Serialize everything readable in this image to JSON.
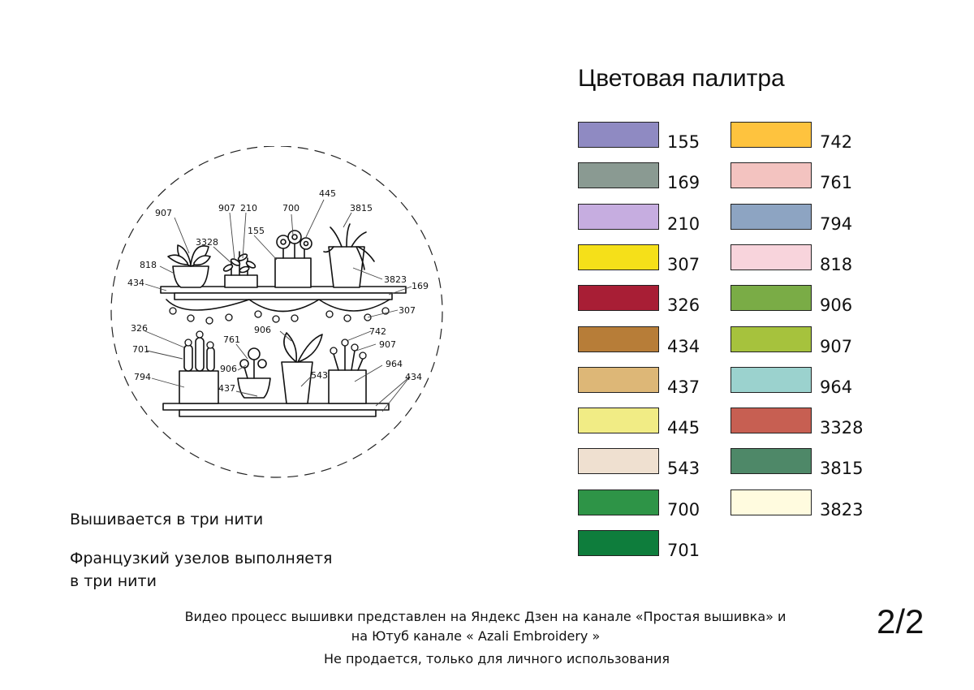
{
  "palette": {
    "title": "Цветовая палитра",
    "left": [
      {
        "code": "155",
        "color": "#8f8ac2"
      },
      {
        "code": "169",
        "color": "#8a9a92"
      },
      {
        "code": "210",
        "color": "#c6ade0"
      },
      {
        "code": "307",
        "color": "#f5e019"
      },
      {
        "code": "326",
        "color": "#a81e35"
      },
      {
        "code": "434",
        "color": "#b77d38"
      },
      {
        "code": "437",
        "color": "#ddb777"
      },
      {
        "code": "445",
        "color": "#f1ec85"
      },
      {
        "code": "543",
        "color": "#efe0d0"
      },
      {
        "code": "700",
        "color": "#2e9447"
      },
      {
        "code": "701",
        "color": "#0e7d3c"
      }
    ],
    "right": [
      {
        "code": "742",
        "color": "#fec33e"
      },
      {
        "code": "761",
        "color": "#f3c3c0"
      },
      {
        "code": "794",
        "color": "#8da4c2"
      },
      {
        "code": "818",
        "color": "#f8d4dc"
      },
      {
        "code": "906",
        "color": "#7aac46"
      },
      {
        "code": "907",
        "color": "#a6c23d"
      },
      {
        "code": "964",
        "color": "#9bd2ce"
      },
      {
        "code": "3328",
        "color": "#c75f52"
      },
      {
        "code": "3815",
        "color": "#4e8868"
      },
      {
        "code": "3823",
        "color": "#fffbdf"
      }
    ]
  },
  "notes": {
    "three_threads": "Вышивается в три нити",
    "french_knots_line1": "Французкий узелов выполняетя",
    "french_knots_line2": "в три нити"
  },
  "footer": {
    "line1": "Видео процесс вышивки представлен на Яндекс Дзен на канале «Простая вышивка»  и",
    "line2": "на Ютуб канале « Azali Embroidery »",
    "line3": "Не продается, только для личного использования"
  },
  "page_number": "2/2",
  "diagram_labels": {
    "l907a": "907",
    "l3328": "3328",
    "l818": "818",
    "l434a": "434",
    "l907b": "907",
    "l210": "210",
    "l155": "155",
    "l700": "700",
    "l445": "445",
    "l3815": "3815",
    "l3823": "3823",
    "l169": "169",
    "l307": "307",
    "l326": "326",
    "l701": "701",
    "l794": "794",
    "l761": "761",
    "l906a": "906",
    "l437": "437",
    "l906b": "906",
    "l543": "543",
    "l742": "742",
    "l907c": "907",
    "l964": "964",
    "l434b": "434"
  }
}
